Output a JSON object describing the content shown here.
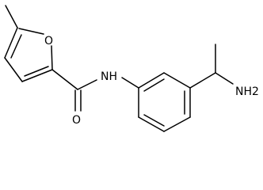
{
  "structure": {
    "atoms": [
      {
        "id": "O-ring",
        "element": "O",
        "label": "O"
      },
      {
        "id": "N-amide",
        "element": "N",
        "label": "NH"
      },
      {
        "id": "O-carbonyl",
        "element": "O",
        "label": "O"
      },
      {
        "id": "N-amine",
        "element": "N",
        "label": "NH2"
      }
    ],
    "bonds": [
      {
        "id": "methyl-C5",
        "order": 1
      },
      {
        "id": "C5-C4",
        "order": 2
      },
      {
        "id": "C4-C3",
        "order": 1
      },
      {
        "id": "C3-C2",
        "order": 2
      },
      {
        "id": "C2-O1",
        "order": 1
      },
      {
        "id": "O1-C5",
        "order": 1
      },
      {
        "id": "C2-Ccarbonyl",
        "order": 1
      },
      {
        "id": "Ccarbonyl-O",
        "order": 2
      },
      {
        "id": "Ccarbonyl-N",
        "order": 1
      },
      {
        "id": "N-Cipso",
        "order": 1
      },
      {
        "id": "ring-b1",
        "order": 1
      },
      {
        "id": "ring-b2",
        "order": 2
      },
      {
        "id": "ring-b3",
        "order": 1
      },
      {
        "id": "ring-b4",
        "order": 2
      },
      {
        "id": "ring-b5",
        "order": 1
      },
      {
        "id": "ring-b6",
        "order": 2
      },
      {
        "id": "Cring-CH",
        "order": 1
      },
      {
        "id": "CH-CH3",
        "order": 1
      },
      {
        "id": "CH-NH2",
        "order": 1
      }
    ]
  }
}
